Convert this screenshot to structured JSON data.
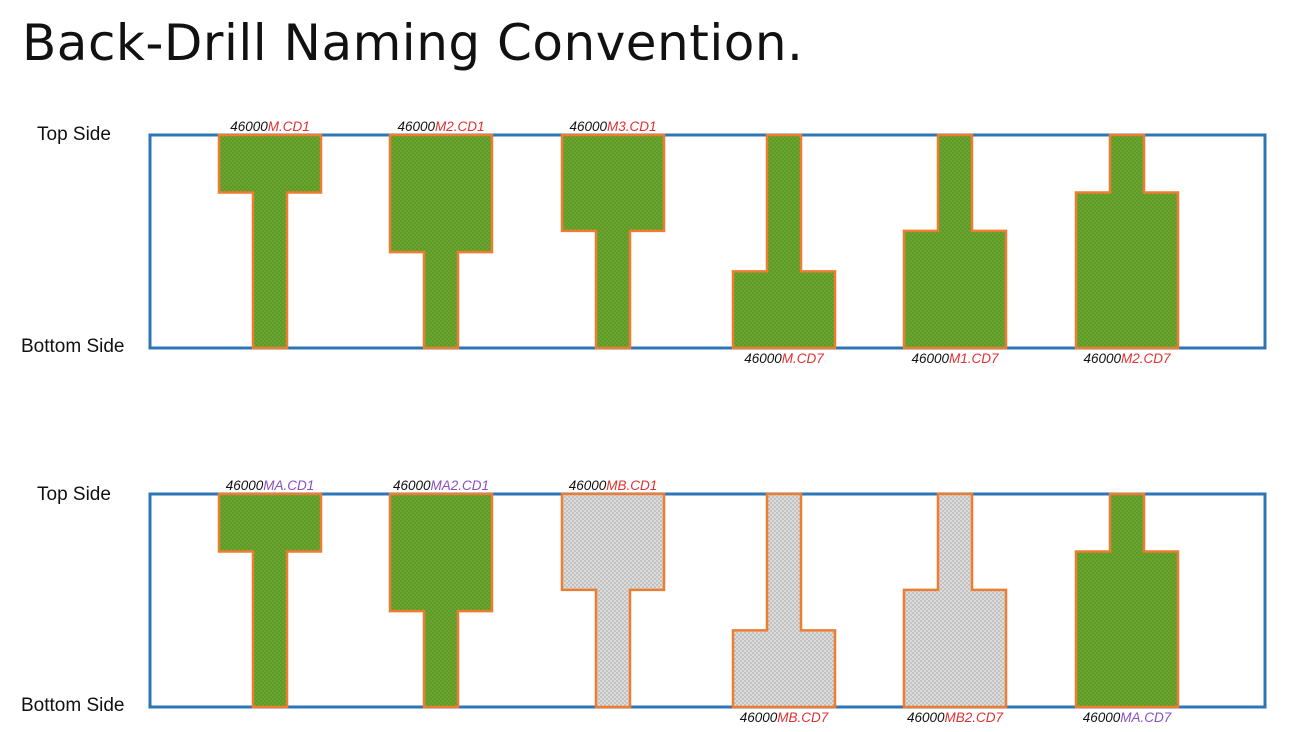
{
  "title": "Back-Drill Naming Convention.",
  "panels": [
    {
      "top_label": "Top Side",
      "bottom_label": "Bottom Side",
      "holes": [
        {
          "prefix": "46000",
          "name": "M.CD1",
          "side": "top",
          "name_color": "#e03030",
          "fill": "green",
          "depth": 0.27
        },
        {
          "prefix": "46000",
          "name": "M2.CD1",
          "side": "top",
          "name_color": "#e03030",
          "fill": "green",
          "depth": 0.55
        },
        {
          "prefix": "46000",
          "name": "M3.CD1",
          "side": "top",
          "name_color": "#e03030",
          "fill": "green",
          "depth": 0.45
        },
        {
          "prefix": "46000",
          "name": "M.CD7",
          "side": "bottom",
          "name_color": "#e03030",
          "fill": "green",
          "depth": 0.36
        },
        {
          "prefix": "46000",
          "name": "M1.CD7",
          "side": "bottom",
          "name_color": "#e03030",
          "fill": "green",
          "depth": 0.55
        },
        {
          "prefix": "46000",
          "name": "M2.CD7",
          "side": "bottom",
          "name_color": "#e03030",
          "fill": "green",
          "depth": 0.73
        }
      ]
    },
    {
      "top_label": "Top Side",
      "bottom_label": "Bottom Side",
      "holes": [
        {
          "prefix": "46000",
          "name": "MA.CD1",
          "side": "top",
          "name_color": "#8a4fc0",
          "fill": "green",
          "depth": 0.27
        },
        {
          "prefix": "46000",
          "name": "MA2.CD1",
          "side": "top",
          "name_color": "#8a4fc0",
          "fill": "green",
          "depth": 0.55
        },
        {
          "prefix": "46000",
          "name": "MB.CD1",
          "side": "top",
          "name_color": "#e03030",
          "fill": "grey",
          "depth": 0.45
        },
        {
          "prefix": "46000",
          "name": "MB.CD7",
          "side": "bottom",
          "name_color": "#e03030",
          "fill": "grey",
          "depth": 0.36
        },
        {
          "prefix": "46000",
          "name": "MB2.CD7",
          "side": "bottom",
          "name_color": "#e03030",
          "fill": "grey",
          "depth": 0.55
        },
        {
          "prefix": "46000",
          "name": "MA.CD7",
          "side": "bottom",
          "name_color": "#8a4fc0",
          "fill": "green",
          "depth": 0.73
        }
      ]
    }
  ],
  "colors": {
    "board_outline": "#2e75b6",
    "hole_outline": "#ed7d31",
    "green_fill": "#6aa52f",
    "grey_fill": "#d4d4d4",
    "prefix_text": "#111111"
  }
}
